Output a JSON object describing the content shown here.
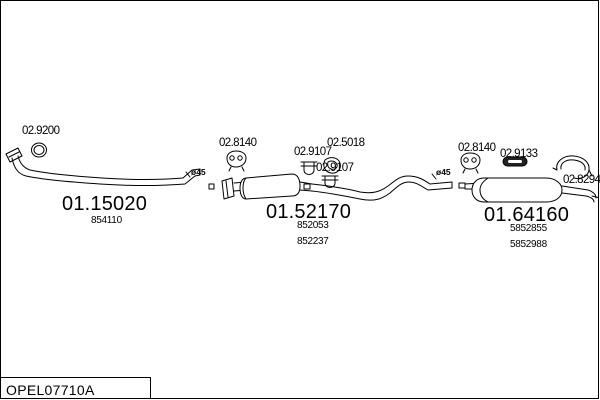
{
  "diagram": {
    "title": "OPEL07710A",
    "sections": [
      {
        "part_number": "01.15020",
        "oem_numbers": [
          "854110"
        ]
      },
      {
        "part_number": "01.52170",
        "oem_numbers": [
          "852053",
          "852237"
        ]
      },
      {
        "part_number": "01.64160",
        "oem_numbers": [
          "5852855",
          "5852988"
        ]
      }
    ],
    "accessories": [
      {
        "ref": "02.9200",
        "kind": "ring-gasket-icon"
      },
      {
        "ref": "02.8140",
        "kind": "rubber-hanger-icon"
      },
      {
        "ref": "02.9107",
        "kind": "u-clamp-icon"
      },
      {
        "ref": "02.5018",
        "kind": "rubber-ring-icon"
      },
      {
        "ref": "02.9107",
        "kind": "u-clamp-icon"
      },
      {
        "ref": "02.8140",
        "kind": "rubber-hanger-icon"
      },
      {
        "ref": "02.9133",
        "kind": "rubber-strap-icon"
      },
      {
        "ref": "02.8294",
        "kind": "mounting-strap-icon"
      }
    ],
    "pipe_diameters": [
      "ø45",
      "ø45"
    ]
  }
}
